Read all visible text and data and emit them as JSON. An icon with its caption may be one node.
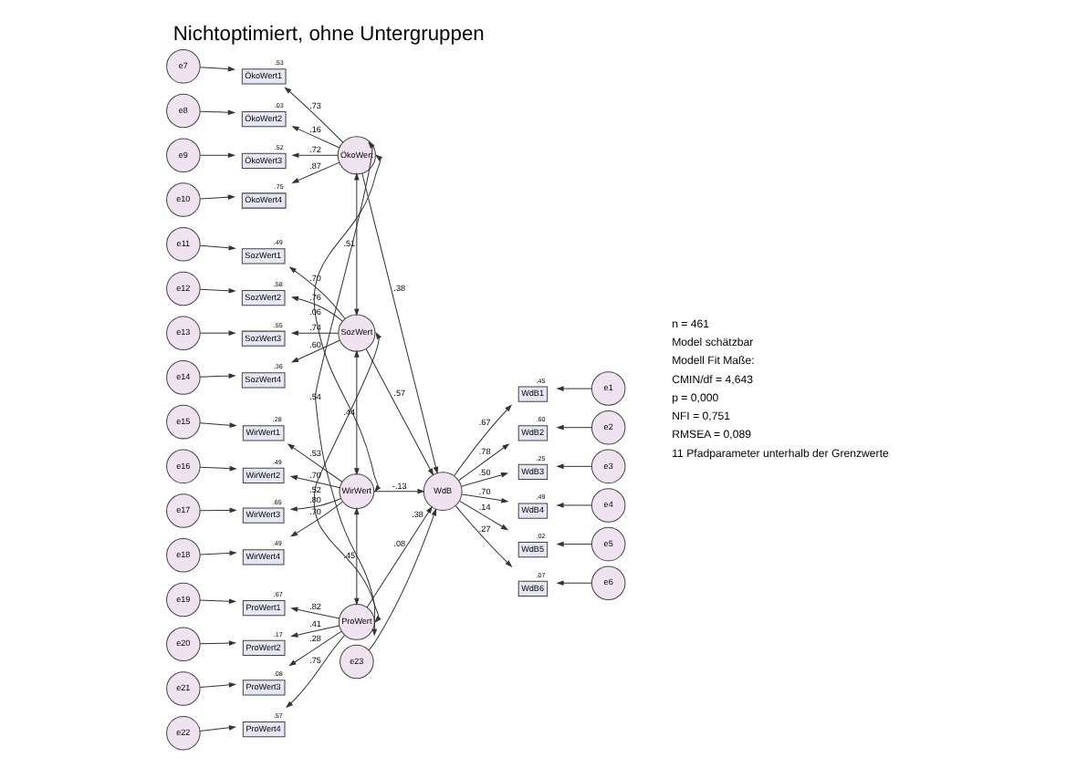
{
  "diagram": {
    "title": "Nichtoptimiert, ohne Untergruppen",
    "nodes": [
      {
        "text": [
          "e7"
        ]
      },
      {
        "text": [
          "e8"
        ]
      },
      {
        "text": [
          "e9"
        ]
      },
      {
        "text": [
          "e10"
        ]
      },
      {
        "text": [
          "e11"
        ]
      },
      {
        "text": [
          "e12"
        ]
      },
      {
        "text": [
          "e13"
        ]
      },
      {
        "text": [
          "e14"
        ]
      },
      {
        "text": [
          "e15"
        ]
      },
      {
        "text": [
          "e16"
        ]
      },
      {
        "text": [
          "e17"
        ]
      },
      {
        "text": [
          "e18"
        ]
      },
      {
        "text": [
          "e19"
        ]
      },
      {
        "text": [
          "e20"
        ]
      },
      {
        "text": [
          "e21"
        ]
      },
      {
        "text": [
          "e22"
        ]
      },
      {
        "text": [
          "ÖkoWert1"
        ],
        "beside": [
          ".53"
        ]
      },
      {
        "text": [
          "ÖkoWert2"
        ],
        "beside": [
          ".03"
        ]
      },
      {
        "text": [
          "ÖkoWert3"
        ],
        "beside": [
          ".52"
        ]
      },
      {
        "text": [
          "ÖkoWert4"
        ],
        "beside": [
          ".75"
        ]
      },
      {
        "text": [
          "SozWert1"
        ],
        "beside": [
          ".49"
        ]
      },
      {
        "text": [
          "SozWert2"
        ],
        "beside": [
          ".58"
        ]
      },
      {
        "text": [
          "SozWert3"
        ],
        "beside": [
          ".55"
        ]
      },
      {
        "text": [
          "SozWert4"
        ],
        "beside": [
          ".36"
        ]
      },
      {
        "text": [
          "WirWert1"
        ],
        "beside": [
          ".28"
        ]
      },
      {
        "text": [
          "WirWert2"
        ],
        "beside": [
          ".49"
        ]
      },
      {
        "text": [
          "WirWert3"
        ],
        "beside": [
          ".65"
        ]
      },
      {
        "text": [
          "WirWert4"
        ],
        "beside": [
          ".49"
        ]
      },
      {
        "text": [
          "ProWert1"
        ],
        "beside": [
          ".67"
        ]
      },
      {
        "text": [
          "ProWert2"
        ],
        "beside": [
          ".17"
        ]
      },
      {
        "text": [
          "ProWert3"
        ],
        "beside": [
          ".08"
        ]
      },
      {
        "text": [
          "ProWert4"
        ],
        "beside": [
          ".57"
        ]
      },
      {
        "text": [
          "ÖkoWert"
        ]
      },
      {
        "text": [
          "SozWert"
        ]
      },
      {
        "text": [
          "WirWert"
        ]
      },
      {
        "text": [
          "ProWert"
        ]
      },
      {
        "text": [
          "e23"
        ]
      },
      {
        "text": [
          "WdB"
        ],
        "beside": [
          ".38"
        ]
      },
      {
        "text": [
          "WdB1"
        ],
        "beside": [
          ".45"
        ]
      },
      {
        "text": [
          "WdB2"
        ],
        "beside": [
          ".60"
        ]
      },
      {
        "text": [
          "WdB3"
        ],
        "beside": [
          ".25"
        ]
      },
      {
        "text": [
          "WdB4"
        ],
        "beside": [
          ".49"
        ]
      },
      {
        "text": [
          "WdB5"
        ],
        "beside": [
          ".02"
        ]
      },
      {
        "text": [
          "WdB6"
        ],
        "beside": [
          ".07"
        ]
      },
      {
        "text": [
          "e1"
        ]
      },
      {
        "text": [
          "e2"
        ]
      },
      {
        "text": [
          "e3"
        ]
      },
      {
        "text": [
          "e4"
        ]
      },
      {
        "text": [
          "e5"
        ]
      },
      {
        "text": [
          "e6"
        ]
      }
    ],
    "edges": [
      {
        "from": 0,
        "to": 16,
        "arrow": "to"
      },
      {
        "from": 1,
        "to": 17,
        "arrow": "to"
      },
      {
        "from": 2,
        "to": 18,
        "arrow": "to"
      },
      {
        "from": 3,
        "to": 19,
        "arrow": "to"
      },
      {
        "from": 4,
        "to": 20,
        "arrow": "to"
      },
      {
        "from": 5,
        "to": 21,
        "arrow": "to"
      },
      {
        "from": 6,
        "to": 22,
        "arrow": "to"
      },
      {
        "from": 7,
        "to": 23,
        "arrow": "to"
      },
      {
        "from": 8,
        "to": 24,
        "arrow": "to"
      },
      {
        "from": 9,
        "to": 25,
        "arrow": "to"
      },
      {
        "from": 10,
        "to": 26,
        "arrow": "to"
      },
      {
        "from": 11,
        "to": 27,
        "arrow": "to"
      },
      {
        "from": 12,
        "to": 28,
        "arrow": "to"
      },
      {
        "from": 13,
        "to": 29,
        "arrow": "to"
      },
      {
        "from": 14,
        "to": 30,
        "arrow": "to"
      },
      {
        "from": 15,
        "to": 31,
        "arrow": "to"
      },
      {
        "from": 32,
        "to": 16,
        "arrow": "to",
        "label": ".73"
      },
      {
        "from": 32,
        "to": 17,
        "arrow": "to",
        "label": ".16"
      },
      {
        "from": 32,
        "to": 18,
        "arrow": "to",
        "label": ".72"
      },
      {
        "from": 32,
        "to": 19,
        "arrow": "to",
        "label": ".87"
      },
      {
        "from": 33,
        "to": 20,
        "arrow": "to",
        "label": ".70"
      },
      {
        "from": 33,
        "to": 21,
        "arrow": "to",
        "label": ".76"
      },
      {
        "from": 33,
        "to": 22,
        "arrow": "to",
        "label": ".74"
      },
      {
        "from": 33,
        "to": 23,
        "arrow": "to",
        "label": ".60"
      },
      {
        "from": 34,
        "to": 24,
        "arrow": "to",
        "label": ".53"
      },
      {
        "from": 34,
        "to": 25,
        "arrow": "to",
        "label": ".70"
      },
      {
        "from": 34,
        "to": 26,
        "arrow": "to",
        "label": ".80"
      },
      {
        "from": 34,
        "to": 27,
        "arrow": "to",
        "label": ".70"
      },
      {
        "from": 35,
        "to": 28,
        "arrow": "to",
        "label": ".82"
      },
      {
        "from": 35,
        "to": 29,
        "arrow": "to",
        "label": ".41"
      },
      {
        "from": 35,
        "to": 30,
        "arrow": "to",
        "label": ".28"
      },
      {
        "from": 35,
        "to": 31,
        "arrow": "to",
        "label": ".75"
      },
      {
        "from": 32,
        "to": 33,
        "arrow": "both",
        "label": ".51"
      },
      {
        "from": 32,
        "to": 34,
        "arrow": "both",
        "label": ".06"
      },
      {
        "from": 32,
        "to": 37,
        "arrow": "to",
        "label": ".38"
      },
      {
        "from": 33,
        "to": 37,
        "arrow": "to",
        "label": ".57"
      },
      {
        "from": 33,
        "to": 34,
        "arrow": "both",
        "label": ".44"
      },
      {
        "from": 32,
        "to": 35,
        "arrow": "both",
        "label": ".54"
      },
      {
        "from": 34,
        "to": 37,
        "arrow": "to",
        "label": "-.13"
      },
      {
        "from": 33,
        "to": 35,
        "arrow": "both",
        "label": ".52"
      },
      {
        "from": 35,
        "to": 37,
        "arrow": "to",
        "label": ".08"
      },
      {
        "from": 34,
        "to": 35,
        "arrow": "both",
        "label": ".45"
      },
      {
        "from": 36,
        "to": 37,
        "arrow": "to"
      },
      {
        "from": 37,
        "to": 38,
        "arrow": "to",
        "label": ".67"
      },
      {
        "from": 37,
        "to": 39,
        "arrow": "to",
        "label": ".78"
      },
      {
        "from": 37,
        "to": 40,
        "arrow": "to",
        "label": ".50"
      },
      {
        "from": 37,
        "to": 41,
        "arrow": "to",
        "label": ".70"
      },
      {
        "from": 37,
        "to": 42,
        "arrow": "to",
        "label": ".14"
      },
      {
        "from": 37,
        "to": 43,
        "arrow": "to",
        "label": ".27"
      },
      {
        "from": 44,
        "to": 38,
        "arrow": "to"
      },
      {
        "from": 45,
        "to": 39,
        "arrow": "to"
      },
      {
        "from": 46,
        "to": 40,
        "arrow": "to"
      },
      {
        "from": 47,
        "to": 41,
        "arrow": "to"
      },
      {
        "from": 48,
        "to": 42,
        "arrow": "to"
      },
      {
        "from": 49,
        "to": 43,
        "arrow": "to"
      }
    ],
    "labels": [
      "n = 461",
      "Model schätzbar",
      "Modell Fit Maße:",
      "CMIN/df = 4,643",
      "p = 0,000",
      "NFI = 0,751",
      "RMSEA = 0,089",
      "11 Pfadparameter unterhalb der Grenzwerte"
    ]
  }
}
